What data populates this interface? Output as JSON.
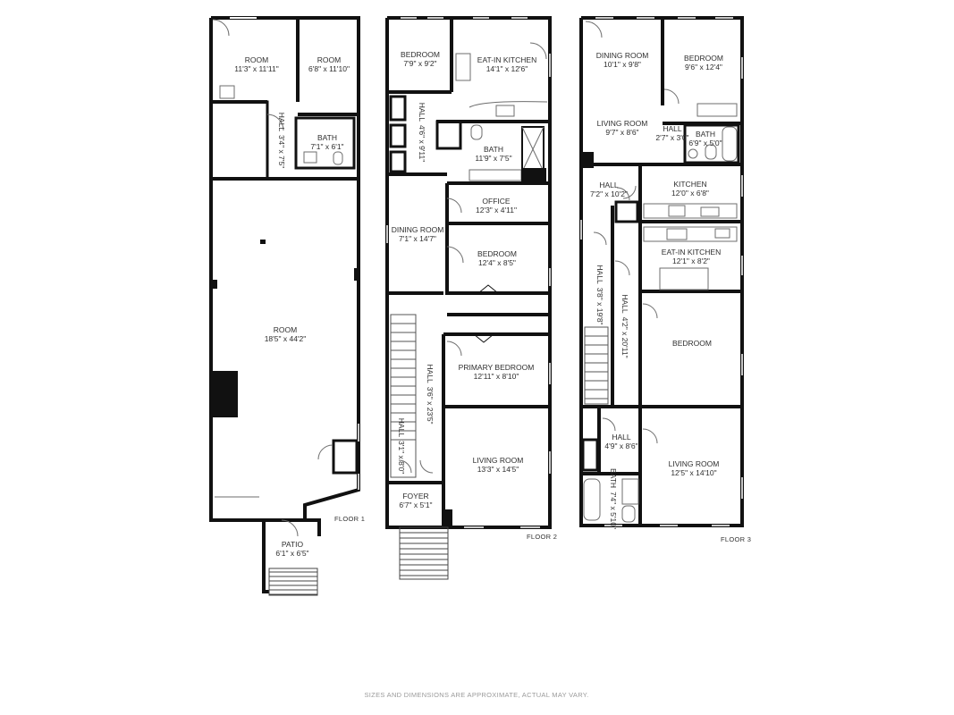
{
  "floors": [
    {
      "name": "FLOOR 1"
    },
    {
      "name": "FLOOR 2"
    },
    {
      "name": "FLOOR 3"
    }
  ],
  "rooms": [
    {
      "name": "ROOM",
      "dim": "11'3\" x 11'11\""
    },
    {
      "name": "ROOM",
      "dim": "6'8\" x 11'10\""
    },
    {
      "name": "HALL",
      "dim": "3'4\" x 7'5\""
    },
    {
      "name": "BATH",
      "dim": "7'1\" x 6'1\""
    },
    {
      "name": "ROOM",
      "dim": "18'5\" x 44'2\""
    },
    {
      "name": "PATIO",
      "dim": "6'1\" x 6'5\""
    },
    {
      "name": "BEDROOM",
      "dim": "7'9\" x 9'2\""
    },
    {
      "name": "EAT-IN KITCHEN",
      "dim": "14'1\" x 12'6\""
    },
    {
      "name": "HALL",
      "dim": "4'6\" x 9'11\""
    },
    {
      "name": "BATH",
      "dim": "11'9\" x 7'5\""
    },
    {
      "name": "OFFICE",
      "dim": "12'3\" x 4'11\""
    },
    {
      "name": "DINING ROOM",
      "dim": "7'1\" x 14'7\""
    },
    {
      "name": "BEDROOM",
      "dim": "12'4\" x 8'5\""
    },
    {
      "name": "HALL",
      "dim": "3'6\" x 23'5\""
    },
    {
      "name": "PRIMARY BEDROOM",
      "dim": "12'11\" x 8'10\""
    },
    {
      "name": "HALL",
      "dim": "3'1\" x 8'0\""
    },
    {
      "name": "LIVING ROOM",
      "dim": "13'3\" x 14'5\""
    },
    {
      "name": "FOYER",
      "dim": "6'7\" x 5'1\""
    },
    {
      "name": "DINING ROOM",
      "dim": "10'1\" x 9'8\""
    },
    {
      "name": "BEDROOM",
      "dim": "9'6\" x 12'4\""
    },
    {
      "name": "LIVING ROOM",
      "dim": "9'7\" x 8'6\""
    },
    {
      "name": "HALL",
      "dim": "2'7\" x 3'0\""
    },
    {
      "name": "BATH",
      "dim": "6'9\" x 5'0\""
    },
    {
      "name": "HALL",
      "dim": "7'2\" x 10'2\""
    },
    {
      "name": "KITCHEN",
      "dim": "12'0\" x 6'8\""
    },
    {
      "name": "EAT-IN KITCHEN",
      "dim": "12'1\" x 8'2\""
    },
    {
      "name": "HALL",
      "dim": "3'8\" x 19'8\""
    },
    {
      "name": "HALL",
      "dim": "4'2\" x 20'11\""
    },
    {
      "name": "BEDROOM",
      "dim": ""
    },
    {
      "name": "HALL",
      "dim": "4'9\" x 8'6\""
    },
    {
      "name": "BATH",
      "dim": "7'4\" x 5'10\""
    },
    {
      "name": "LIVING ROOM",
      "dim": "12'5\" x 14'10\""
    }
  ],
  "disclaimer": "SIZES AND DIMENSIONS ARE APPROXIMATE, ACTUAL MAY VARY.",
  "colors": {
    "wall": "#111111",
    "fixture": "#6e6e6e",
    "text": "#2e2e2e",
    "disclaimer": "#9a9a9a"
  }
}
